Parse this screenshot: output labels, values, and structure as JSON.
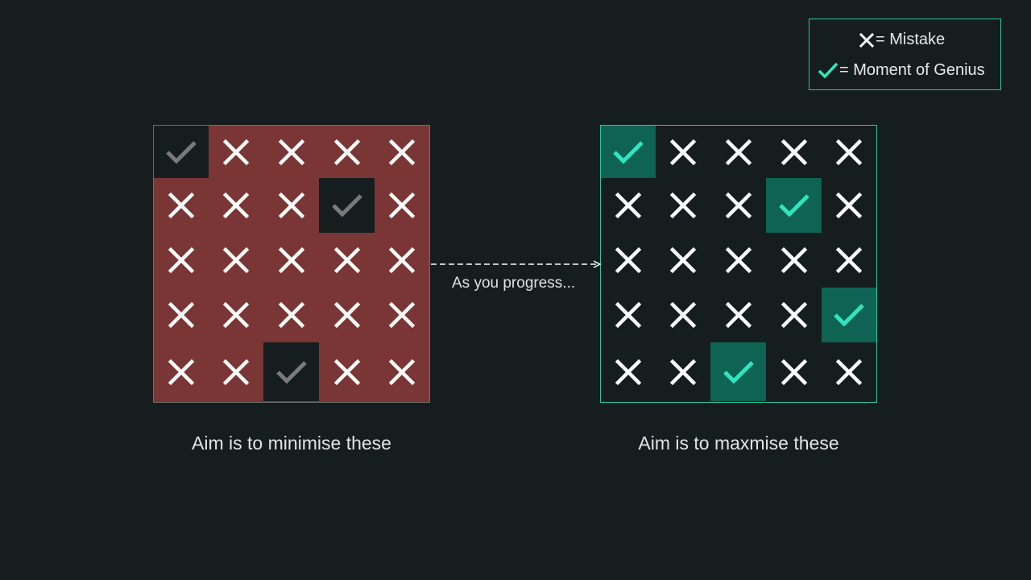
{
  "legend": {
    "mistake_label": "= Mistake",
    "genius_label": "= Moment of Genius",
    "mistake_icon": "cross-icon",
    "genius_icon": "check-icon"
  },
  "left_grid": {
    "caption": "Aim is to minimise these",
    "cells": [
      [
        "check",
        "cross",
        "cross",
        "cross",
        "cross"
      ],
      [
        "cross",
        "cross",
        "cross",
        "check",
        "cross"
      ],
      [
        "cross",
        "cross",
        "cross",
        "cross",
        "cross"
      ],
      [
        "cross",
        "cross",
        "cross",
        "cross",
        "cross"
      ],
      [
        "cross",
        "cross",
        "check",
        "cross",
        "cross"
      ]
    ]
  },
  "right_grid": {
    "caption": "Aim is to maxmise these",
    "cells": [
      [
        "check",
        "cross",
        "cross",
        "cross",
        "cross"
      ],
      [
        "cross",
        "cross",
        "cross",
        "check",
        "cross"
      ],
      [
        "cross",
        "cross",
        "cross",
        "cross",
        "cross"
      ],
      [
        "cross",
        "cross",
        "cross",
        "cross",
        "check"
      ],
      [
        "cross",
        "cross",
        "check",
        "cross",
        "cross"
      ]
    ]
  },
  "arrow_label": "As you progress...",
  "colors": {
    "background": "#161d1f",
    "mistake_fill": "#7a3634",
    "genius_accent": "#2ee6c0",
    "genius_cell": "#0e6352",
    "muted_check": "#7a7a7a",
    "cross": "#ffffff"
  }
}
